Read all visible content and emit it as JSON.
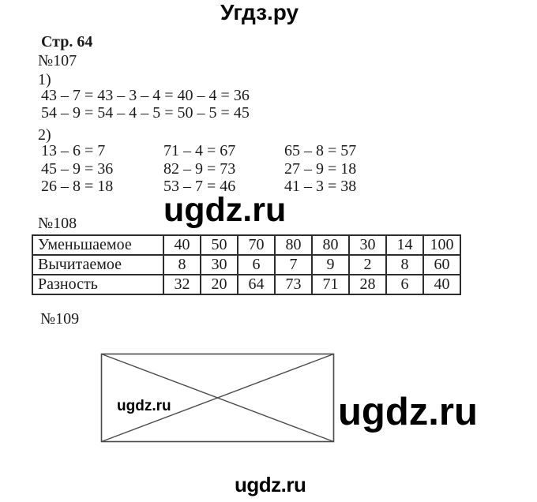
{
  "header": {
    "site_title": "Угдз.ру"
  },
  "page": {
    "page_label": "Стр. 64"
  },
  "task107": {
    "number": "№107",
    "part1_label": "1)",
    "part1_lines": [
      "43 – 7 = 43 – 3 – 4 = 40 – 4 = 36",
      "54 – 9 = 54 – 4 – 5 = 50 – 5 = 45"
    ],
    "part2_label": "2)",
    "part2_grid": [
      [
        "13 – 6 = 7",
        "71 – 4 = 67",
        "65 – 8 = 57"
      ],
      [
        "45 – 9 = 36",
        "82 – 9 = 73",
        "27 – 9 = 18"
      ],
      [
        "26 – 8 = 18",
        "53 – 7 = 46",
        "41 – 3 = 38"
      ]
    ]
  },
  "task108": {
    "number": "№108",
    "table": {
      "row_labels": [
        "Уменьшаемое",
        "Вычитаемое",
        "Разность"
      ],
      "rows": [
        [
          "40",
          "50",
          "70",
          "80",
          "80",
          "30",
          "14",
          "100"
        ],
        [
          "8",
          "30",
          "6",
          "7",
          "9",
          "2",
          "8",
          "60"
        ],
        [
          "32",
          "20",
          "64",
          "73",
          "71",
          "28",
          "6",
          "40"
        ]
      ]
    }
  },
  "task109": {
    "number": "№109"
  },
  "watermarks": {
    "middle": "ugdz.ru",
    "inside_rectangle": "ugdz.ru",
    "right_large": "ugdz.ru",
    "bottom": "ugdz.ru"
  },
  "colors": {
    "text": "#1b1b1b",
    "watermark": "#000000",
    "table_border": "#2e2e2e",
    "figure_line": "#4a4a4a"
  }
}
